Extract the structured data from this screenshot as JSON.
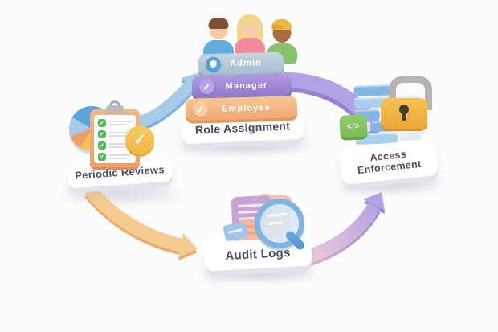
{
  "background_color": "#fcfcfd",
  "nodes": {
    "role_assignment": {
      "label": "Role Assignment",
      "badges": [
        {
          "label": "Admin",
          "icon": "shield-icon",
          "bar_color": "#aec3d4",
          "icon_bg": "#4fa3da"
        },
        {
          "label": "Manager",
          "icon": "check-icon",
          "bar_color": "#9d87d2",
          "icon_bg": "#b7a6e6"
        },
        {
          "label": "Employee",
          "icon": "check-icon",
          "bar_color": "#f4b888",
          "icon_bg": "#f7cda4"
        }
      ],
      "people": [
        {
          "hair": "brown-hair",
          "skin_color": "#f3c9a5",
          "shirt_color": "#64aede"
        },
        {
          "hair": "blonde-hair",
          "skin_color": "#f6d0ad",
          "shirt_color": "#f2899f"
        },
        {
          "hair": "yellow-cap",
          "skin_color": "#a96f41",
          "shirt_color": "#86c270"
        }
      ]
    },
    "access_enforcement": {
      "label_line1": "Access",
      "label_line2": "Enforcement",
      "code_badge_text": "</>",
      "code_badge_color": "#87c462",
      "lock_color": "#f2b545",
      "wall_color": "#7fb6e4"
    },
    "audit_logs": {
      "label": "Audit Logs",
      "doc_colors": [
        "#c7a4d2",
        "#f6b89f",
        "#f4c3b8",
        "#a2c5e7"
      ],
      "magnifier_color": "#7fb3e0"
    },
    "periodic_reviews": {
      "label": "Periodic Reviews",
      "clipboard_color": "#f2a878",
      "checkbox_color": "#57b857",
      "done_badge_color": "#f4c353",
      "pie_colors": [
        "#5ea3dc",
        "#a9c9e9",
        "#f4c353",
        "#ef9f63"
      ]
    }
  },
  "arrows": [
    {
      "name": "reviews-to-roles",
      "color": "#a6cbe8",
      "head_at": "role-assignment"
    },
    {
      "name": "roles-to-enforcement",
      "color": "#b3a2e4",
      "head_at": "hidden-behind-wall"
    },
    {
      "name": "logs-to-enforcement",
      "color_start": "#f2cdd9",
      "color_end": "#b2a1e3",
      "head_at": "access-enforcement"
    },
    {
      "name": "reviews-to-logs",
      "color": "#f6cb92",
      "head_at": "audit-logs"
    }
  ]
}
